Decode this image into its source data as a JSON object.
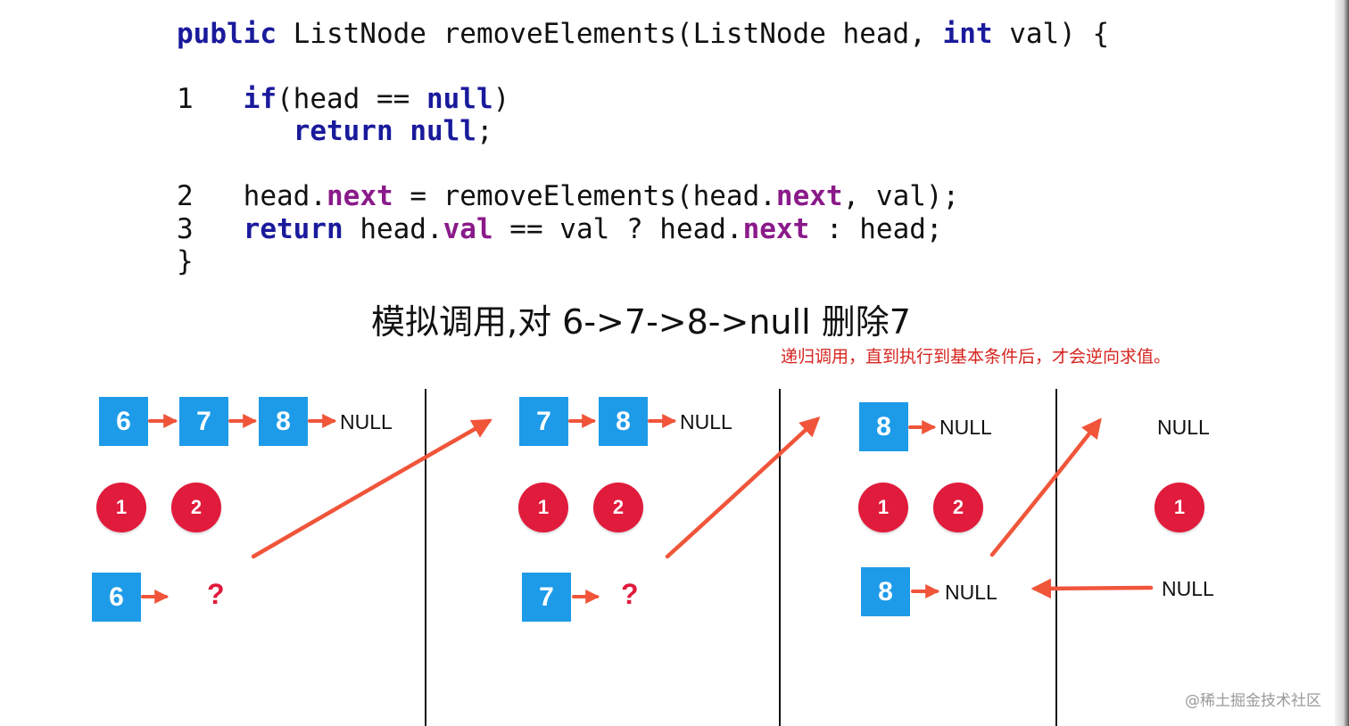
{
  "code": {
    "sig_public": "public",
    "sig_mid": " ListNode removeElements(ListNode head, ",
    "sig_int": "int",
    "sig_end": " val) {",
    "l1_num": "1",
    "l1_if": "if",
    "l1_mid": "(head == ",
    "l1_null": "null",
    "l1_end": ")",
    "l1b_return": "return",
    "l1b_null": "null",
    "l1b_end": ";",
    "l2_num": "2",
    "l2_a": "head.",
    "l2_next": "next",
    "l2_b": " = removeElements(head.",
    "l2_next2": "next",
    "l2_c": ", val);",
    "l3_num": "3",
    "l3_return": "return",
    "l3_a": " head.",
    "l3_val": "val",
    "l3_b": " == val ? head.",
    "l3_next": "next",
    "l3_c": " : head;",
    "close": "}"
  },
  "title": "模拟调用,对 6->7->8->null 删除7",
  "note": "递归调用，直到执行到基本条件后，才会逆向求值。",
  "panels": {
    "p1": {
      "nodes": [
        "6",
        "7",
        "8"
      ],
      "null": "NULL",
      "circles": [
        "1",
        "2"
      ],
      "bottom_node": "6",
      "question": "?"
    },
    "p2": {
      "nodes": [
        "7",
        "8"
      ],
      "null": "NULL",
      "circles": [
        "1",
        "2"
      ],
      "bottom_node": "7",
      "question": "?"
    },
    "p3": {
      "nodes": [
        "8"
      ],
      "null": "NULL",
      "circles": [
        "1",
        "2"
      ],
      "bottom_node": "8",
      "bottom_null": "NULL"
    },
    "p4": {
      "null": "NULL",
      "circles": [
        "1"
      ],
      "bottom_null": "NULL"
    }
  },
  "watermark": "@稀土掘金技术社区",
  "colors": {
    "node": "#1e9be8",
    "circle": "#e01b3c",
    "arrow": "#f0553a",
    "keyword": "#1a1a9c",
    "field": "#8a1a8a",
    "note": "#d6241f"
  }
}
